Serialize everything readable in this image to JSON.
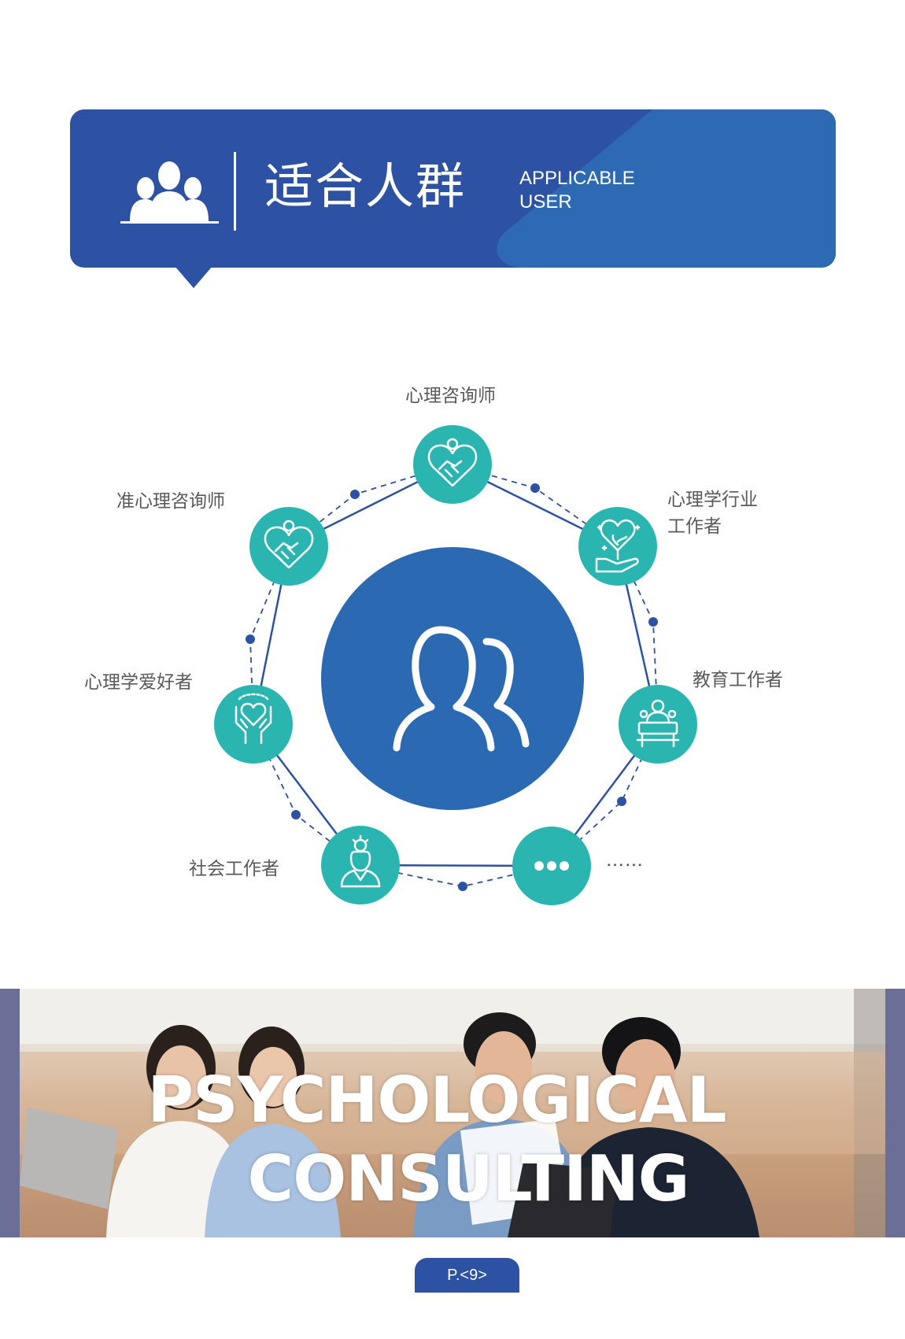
{
  "header": {
    "title": "适合人群",
    "subtitle_line1": "APPLICABLE",
    "subtitle_line2": "USER",
    "icon": "people-group-icon"
  },
  "diagram": {
    "center_icon": "users-outline-icon",
    "nodes": [
      {
        "label": "心理咨询师",
        "icon": "heart-handshake-icon"
      },
      {
        "label_line1": "心理学行业",
        "label_line2": "工作者",
        "icon": "hand-heart-plant-icon"
      },
      {
        "label": "教育工作者",
        "icon": "teacher-desk-icon"
      },
      {
        "label": "……",
        "icon": "ellipsis-icon"
      },
      {
        "label": "社会工作者",
        "icon": "social-worker-icon"
      },
      {
        "label": "心理学爱好者",
        "icon": "hands-heart-icon"
      },
      {
        "label": "准心理咨询师",
        "icon": "heart-handshake-icon"
      }
    ],
    "colors": {
      "node": "#2ab5b0",
      "center": "#2b6ab3",
      "line": "#2d51a3"
    }
  },
  "photo": {
    "line1": "PSYCHOLOGICAL",
    "line2": "CONSULTING"
  },
  "footer": {
    "page_label": "P.<9>"
  }
}
